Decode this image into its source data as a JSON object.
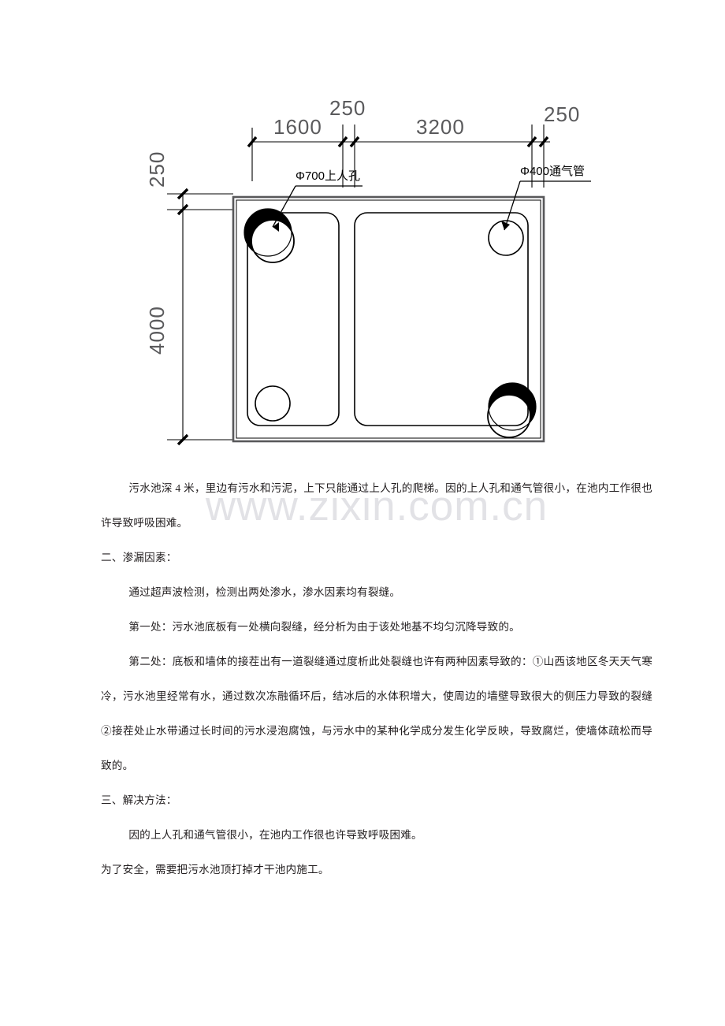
{
  "watermark": {
    "text": "www.zixin.com.cn"
  },
  "drawing": {
    "name": "sewage-tank-plan-view",
    "dimensions": {
      "top": [
        {
          "label": "1600",
          "name": "dim-top-1600"
        },
        {
          "label": "250",
          "name": "dim-top-250-a"
        },
        {
          "label": "3200",
          "name": "dim-top-3200"
        },
        {
          "label": "250",
          "name": "dim-top-250-b"
        }
      ],
      "left": [
        {
          "label": "250",
          "name": "dim-left-250"
        },
        {
          "label": "4000",
          "name": "dim-left-4000"
        }
      ]
    },
    "callouts": [
      {
        "label": "Φ700上人孔",
        "name": "callout-manhole"
      },
      {
        "label": "Φ400通气管",
        "name": "callout-vent-pipe"
      }
    ],
    "stroke_color": "#000000",
    "wall_color": "#58585a"
  },
  "body": {
    "paragraphs": [
      {
        "id": "p1",
        "style": "indent",
        "text": "污水池深 4 米，里边有污水和污泥，上下只能通过上人孔的爬梯。因的上人孔和通气管很小，在池内工作很也许导致呼吸困难。"
      },
      {
        "id": "p2",
        "style": "heading",
        "text": "二、渗漏因素："
      },
      {
        "id": "p3",
        "style": "indent",
        "text": "通过超声波检测，检测出两处渗水，渗水因素均有裂缝。"
      },
      {
        "id": "p4",
        "style": "indent",
        "text": "第一处：污水池底板有一处横向裂缝，经分析为由于该处地基不均匀沉降导致的。"
      },
      {
        "id": "p5",
        "style": "indent",
        "text": "第二处：底板和墙体的接茬出有一道裂缝通过度析此处裂缝也许有两种因素导致的：①山西该地区冬天天气寒冷，污水池里经常有水，通过数次冻融循环后，结冰后的水体积增大，使周边的墙壁导致很大的侧压力导致的裂缝 ②接茬处止水带通过长时间的污水浸泡腐蚀，与污水中的某种化学成分发生化学反映，导致腐烂，使墙体疏松而导致的。"
      },
      {
        "id": "p6",
        "style": "heading",
        "text": "三、解决方法："
      },
      {
        "id": "p7",
        "style": "indent",
        "text": "因的上人孔和通气管很小，在池内工作很也许导致呼吸困难。"
      },
      {
        "id": "p8",
        "style": "noindent",
        "text": "为了安全，需要把污水池顶打掉才干池内施工。"
      }
    ]
  }
}
